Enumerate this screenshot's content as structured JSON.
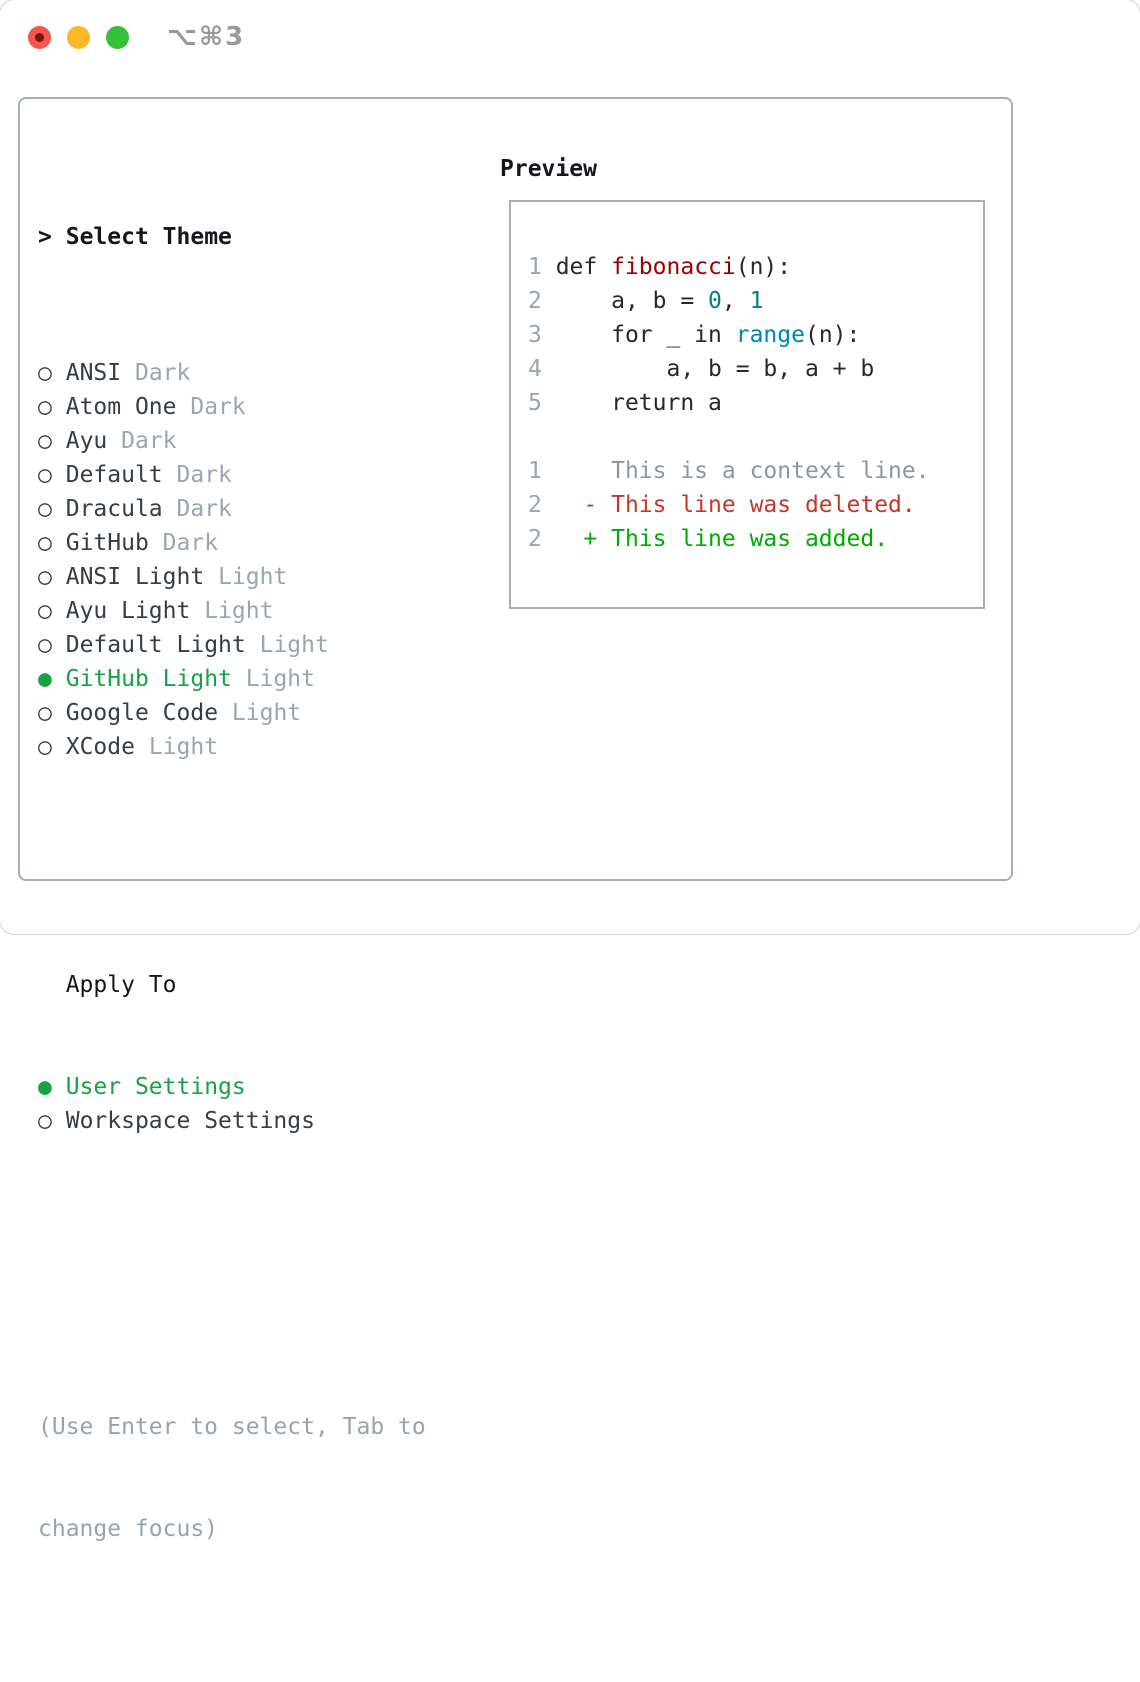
{
  "window": {
    "title": "⌥⌘3"
  },
  "icons": {
    "radio_selected": "●",
    "radio_unselected": "○",
    "prompt": ">"
  },
  "theme_panel": {
    "title": "Select Theme",
    "themes": [
      {
        "name": "ANSI",
        "tag": "Dark",
        "selected": false
      },
      {
        "name": "Atom One",
        "tag": "Dark",
        "selected": false
      },
      {
        "name": "Ayu",
        "tag": "Dark",
        "selected": false
      },
      {
        "name": "Default",
        "tag": "Dark",
        "selected": false
      },
      {
        "name": "Dracula",
        "tag": "Dark",
        "selected": false
      },
      {
        "name": "GitHub",
        "tag": "Dark",
        "selected": false
      },
      {
        "name": "ANSI Light",
        "tag": "Light",
        "selected": false
      },
      {
        "name": "Ayu Light",
        "tag": "Light",
        "selected": false
      },
      {
        "name": "Default Light",
        "tag": "Light",
        "selected": false
      },
      {
        "name": "GitHub Light",
        "tag": "Light",
        "selected": true
      },
      {
        "name": "Google Code",
        "tag": "Light",
        "selected": false
      },
      {
        "name": "XCode",
        "tag": "Light",
        "selected": false
      }
    ],
    "apply_to": {
      "title": "Apply To",
      "options": [
        {
          "name": "User Settings",
          "selected": true
        },
        {
          "name": "Workspace Settings",
          "selected": false
        }
      ]
    },
    "hint_lines": [
      "(Use Enter to select, Tab to",
      "change focus)"
    ]
  },
  "preview": {
    "title": "Preview",
    "code_lines": [
      {
        "num": "1",
        "tokens": [
          {
            "t": " def ",
            "c": "plain"
          },
          {
            "t": "fibonacci",
            "c": "title"
          },
          {
            "t": "(n):",
            "c": "plain"
          }
        ]
      },
      {
        "num": "2",
        "tokens": [
          {
            "t": "     a, b = ",
            "c": "plain"
          },
          {
            "t": "0",
            "c": "number"
          },
          {
            "t": ", ",
            "c": "plain"
          },
          {
            "t": "1",
            "c": "number"
          }
        ]
      },
      {
        "num": "3",
        "tokens": [
          {
            "t": "     for _ in ",
            "c": "plain"
          },
          {
            "t": "range",
            "c": "builtin"
          },
          {
            "t": "(n):",
            "c": "plain"
          }
        ]
      },
      {
        "num": "4",
        "tokens": [
          {
            "t": "         a, b = b, a + b",
            "c": "plain"
          }
        ]
      },
      {
        "num": "5",
        "tokens": [
          {
            "t": "     return a",
            "c": "plain"
          }
        ]
      },
      {
        "num": "",
        "tokens": []
      },
      {
        "num": "1",
        "tokens": [
          {
            "t": "     This is a context line.",
            "c": "context"
          }
        ]
      },
      {
        "num": "2",
        "tokens": [
          {
            "t": "   - This line was deleted.",
            "c": "deletion"
          }
        ]
      },
      {
        "num": "2",
        "tokens": [
          {
            "t": "   + This line was added.",
            "c": "addition"
          }
        ]
      }
    ]
  },
  "colors": {
    "green_accent": "#17a341",
    "red_traffic": "#f2564f",
    "red_traffic_dot": "#7e120b",
    "yellow_traffic": "#fbb929",
    "green_traffic": "#33c137",
    "titlebar_gray": "#98999b",
    "border": "#a6aeb8",
    "text_header": "#14181c",
    "text_dark": "#363d45",
    "tag_gray": "#9aa5b1",
    "hint_gray": "#99a3ad",
    "gutter": "#9aa5b1",
    "code_plain": "#24292e",
    "code_title": "#990000",
    "code_number": "#008080",
    "code_builtin": "#0086b3",
    "code_context": "#8e969e",
    "code_deletion": "#c0392b",
    "code_addition": "#00ab00"
  }
}
